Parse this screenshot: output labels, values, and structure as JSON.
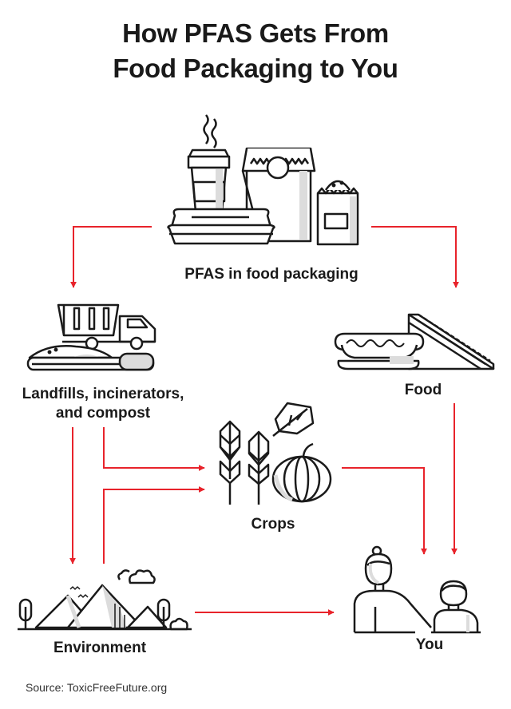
{
  "title": {
    "line1": "How PFAS Gets From",
    "line2": "Food Packaging to You"
  },
  "nodes": {
    "packaging": "PFAS in food packaging",
    "landfills_line1": "Landfills, incinerators,",
    "landfills_line2": "and compost",
    "food": "Food",
    "crops": "Crops",
    "environment": "Environment",
    "you": "You"
  },
  "source": "Source: ToxicFreeFuture.org",
  "colors": {
    "arrow": "#e8232b",
    "ink": "#1a1a1a",
    "shade": "#dcdcdc"
  },
  "icons": [
    "takeout-packaging-icon",
    "garbage-truck-icon",
    "food-sandwich-hotdog-icon",
    "crops-wheat-pumpkin-icon",
    "environment-mountains-icon",
    "people-icon"
  ]
}
